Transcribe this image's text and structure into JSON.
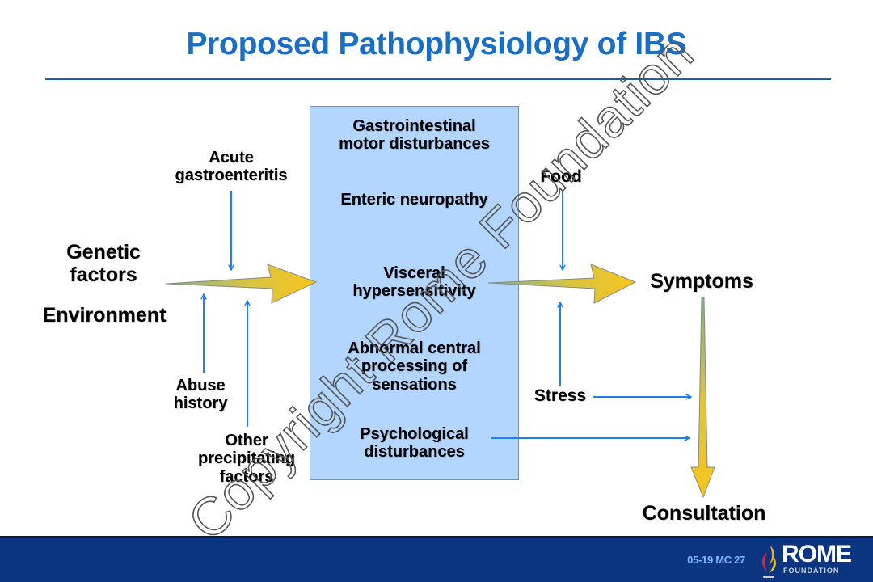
{
  "slide": {
    "title": "Proposed Pathophysiology of IBS"
  },
  "center_box": {
    "items": [
      {
        "lines": [
          "Gastrointestinal",
          "motor disturbances"
        ]
      },
      {
        "lines": [
          "Enteric neuropathy"
        ]
      },
      {
        "lines": [
          "Visceral",
          "hypersensitivity"
        ]
      },
      {
        "lines": [
          "Abnormal central",
          "processing of",
          "sensations"
        ]
      },
      {
        "lines": [
          "Psychological",
          "disturbances"
        ]
      }
    ]
  },
  "left_factors": {
    "genetic": [
      "Genetic",
      "factors"
    ],
    "environment": "Environment",
    "acute_gastroenteritis": [
      "Acute",
      "gastroenteritis"
    ],
    "abuse_history": [
      "Abuse",
      "history"
    ],
    "other_precipitating": [
      "Other",
      "precipitating",
      "factors"
    ]
  },
  "right_side": {
    "food": "Food",
    "symptoms": "Symptoms",
    "stress": "Stress",
    "consultation": "Consultation"
  },
  "watermark": "Copyright Rome Foundation",
  "colors": {
    "title": "#1a6fc4",
    "box_fill": "#b2d6ff",
    "connector_arrow": "#1e7ff0",
    "big_arrow_start": "#7fb08a",
    "big_arrow_end": "#f7c51c",
    "footer_bg": "#0b3580"
  },
  "footer": {
    "slide_code": "05-19  MC 27",
    "logo": {
      "word": "ROME",
      "sub": "FOUNDATION"
    }
  }
}
